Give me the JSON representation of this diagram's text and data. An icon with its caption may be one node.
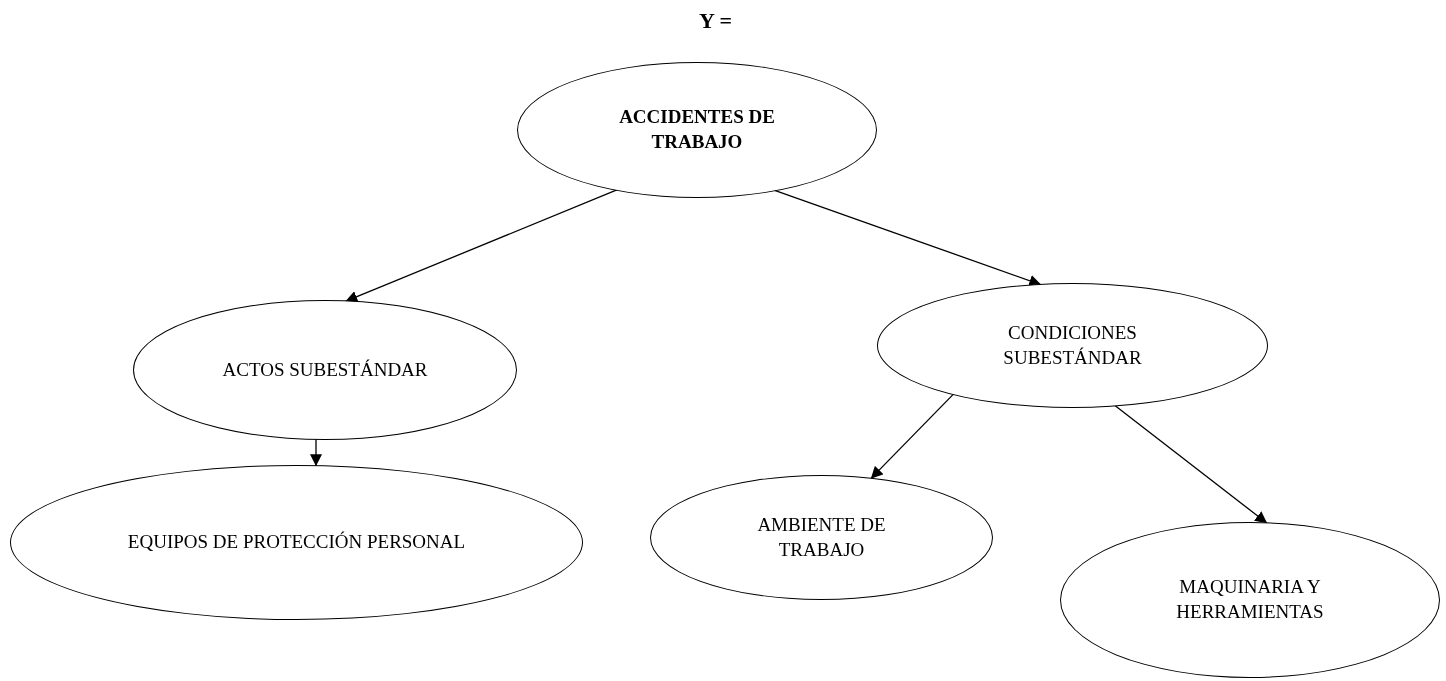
{
  "diagram": {
    "title": "Y =",
    "nodes": [
      {
        "text": [
          "ACCIDENTES DE TRABAJO"
        ]
      },
      {
        "text": [
          "ACTOS SUBESTÁNDAR"
        ]
      },
      {
        "text": [
          "CONDICIONES SUBESTÁNDAR"
        ]
      },
      {
        "text": [
          "EQUIPOS DE PROTECCIÓN PERSONAL"
        ]
      },
      {
        "text": [
          "AMBIENTE DE TRABAJO"
        ]
      },
      {
        "text": [
          "MAQUINARIA Y HERRAMIENTAS"
        ]
      }
    ],
    "edges": [
      {
        "from": 0,
        "to": 1,
        "arrow": "to"
      },
      {
        "from": 0,
        "to": 2,
        "arrow": "to"
      },
      {
        "from": 1,
        "to": 3,
        "arrow": "to"
      },
      {
        "from": 2,
        "to": 4,
        "arrow": "to"
      },
      {
        "from": 2,
        "to": 5,
        "arrow": "to"
      }
    ]
  }
}
